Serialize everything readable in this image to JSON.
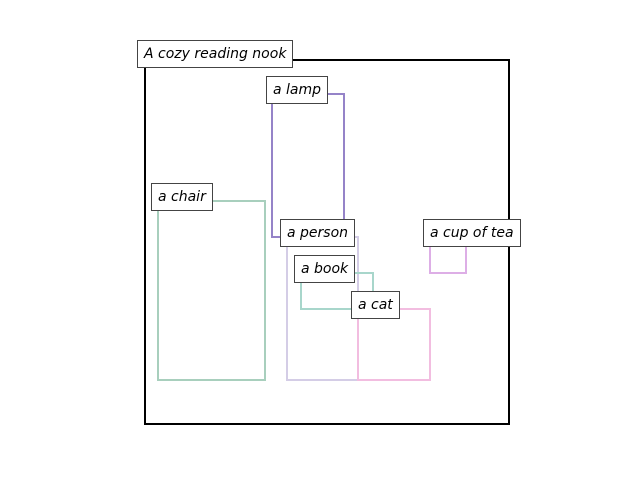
{
  "scene": {
    "caption": "A cozy reading nook",
    "objects": [
      {
        "id": "lamp",
        "label": "a lamp",
        "color": "#9583c8"
      },
      {
        "id": "chair",
        "label": "a chair",
        "color": "#a8cfbd"
      },
      {
        "id": "person",
        "label": "a person",
        "color": "#d4cde6"
      },
      {
        "id": "book",
        "label": "a book",
        "color": "#a8d6cb"
      },
      {
        "id": "cat",
        "label": "a cat",
        "color": "#f2bde0"
      },
      {
        "id": "tea",
        "label": "a cup of tea",
        "color": "#ddaee6"
      }
    ]
  }
}
